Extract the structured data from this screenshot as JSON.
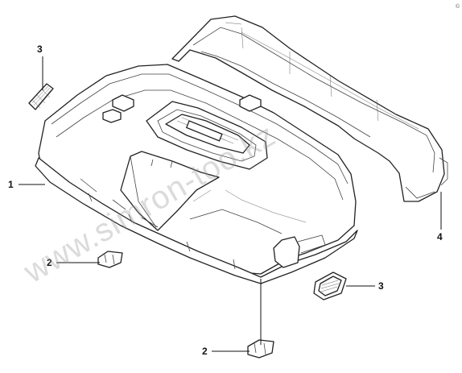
{
  "callouts": [
    {
      "id": "c1",
      "label": "1"
    },
    {
      "id": "c2a",
      "label": "2"
    },
    {
      "id": "c2b",
      "label": "2"
    },
    {
      "id": "c3a",
      "label": "3"
    },
    {
      "id": "c3b",
      "label": "3"
    },
    {
      "id": "c4",
      "label": "4"
    }
  ],
  "watermark": "www.simron-too.kz",
  "copyright": "©"
}
